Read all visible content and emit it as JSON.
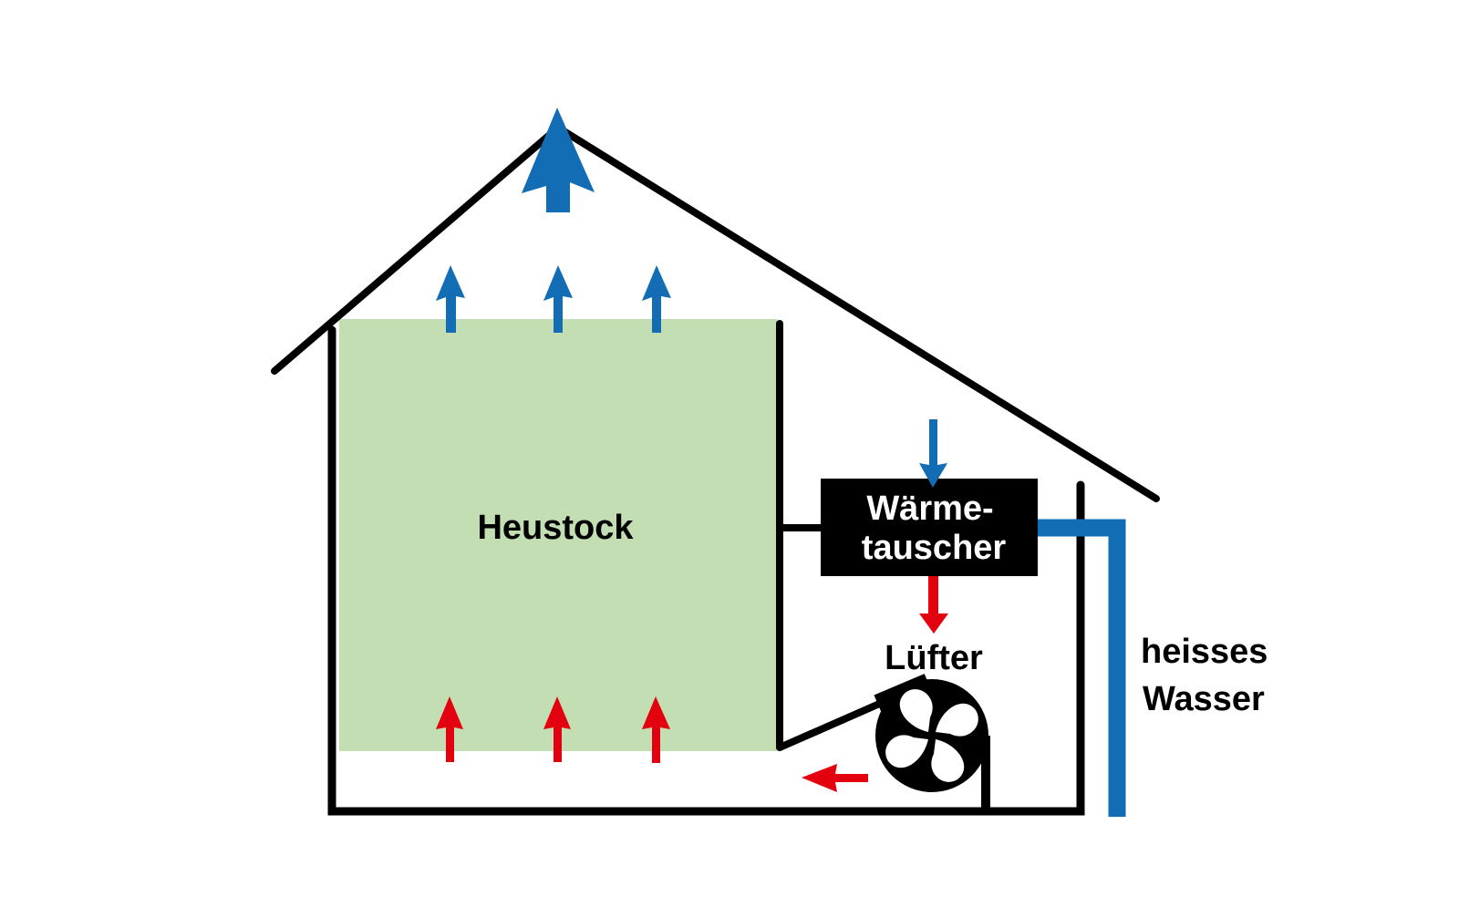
{
  "diagram": {
    "title_language": "de",
    "colors": {
      "outline": "#000000",
      "hay": "#c2deb2",
      "cold_air": "#126db4",
      "warm_air": "#e3000f",
      "hot_water": "#126db4",
      "background": "#ffffff"
    },
    "labels": {
      "hay_stack": "Heustock",
      "heat_exchanger_line1": "Wärme-",
      "heat_exchanger_line2": "tauscher",
      "fan": "Lüfter",
      "water_line1": "heisses",
      "water_line2": "Wasser"
    },
    "arrows": {
      "exhaust_main": {
        "color": "cold_air",
        "direction": "up"
      },
      "exhaust_small": {
        "color": "cold_air",
        "direction": "up",
        "count": 3
      },
      "intake_exchanger": {
        "color": "cold_air",
        "direction": "down"
      },
      "exchanger_to_fan": {
        "color": "warm_air",
        "direction": "down"
      },
      "fan_outlet": {
        "color": "warm_air",
        "direction": "left"
      },
      "floor_warm": {
        "color": "warm_air",
        "direction": "up",
        "count": 3
      }
    }
  }
}
